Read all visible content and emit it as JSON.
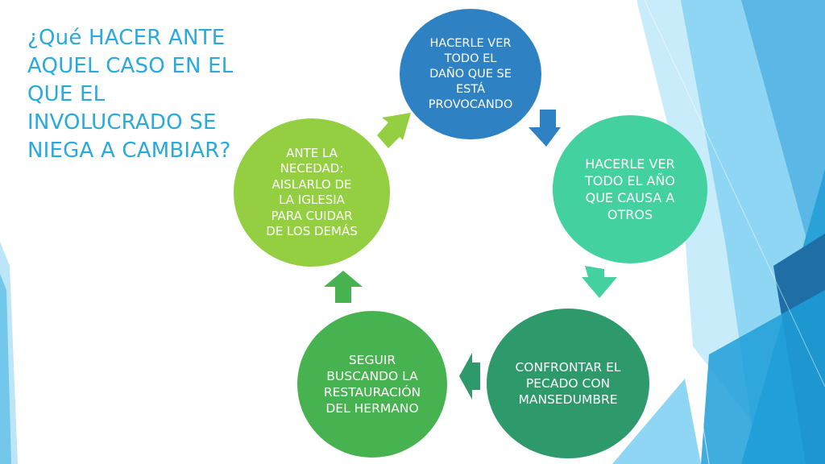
{
  "title": "¿Qué HACER ANTE AQUEL CASO EN EL QUE EL INVOLUCRADO SE NIEGA A CAMBIAR?",
  "steps": [
    {
      "text": "HACERLE VER\nTODO EL\nDAÑO QUE SE\nESTÁ\nPROVOCANDO",
      "color": "#2e82c4"
    },
    {
      "text": "HACERLE VER\nTODO EL AÑO\nQUE CAUSA A\nOTROS",
      "color": "#43d1a0"
    },
    {
      "text": "CONFRONTAR EL\nPECADO CON\nMANSEDUMBRE",
      "color": "#2e9a6c"
    },
    {
      "text": "SEGUIR\nBUSCANDO LA\nRESTAURACIÓN\nDEL HERMANO",
      "color": "#47b250"
    },
    {
      "text": "ANTE LA\nNECEDAD:\nAISLARLO DE\nLA IGLESIA\nPARA CUIDAR\nDE LOS DEMÁS",
      "color": "#93cf40"
    }
  ],
  "arrow_colors": [
    "#2e82c4",
    "#43d1a0",
    "#2e9a6c",
    "#47b250",
    "#93cf40"
  ],
  "theme": {
    "title_color": "#29a9dc",
    "accent_light": "#8fd3f3",
    "accent_mid": "#29a9dc",
    "accent_dark": "#1f6fa6"
  }
}
